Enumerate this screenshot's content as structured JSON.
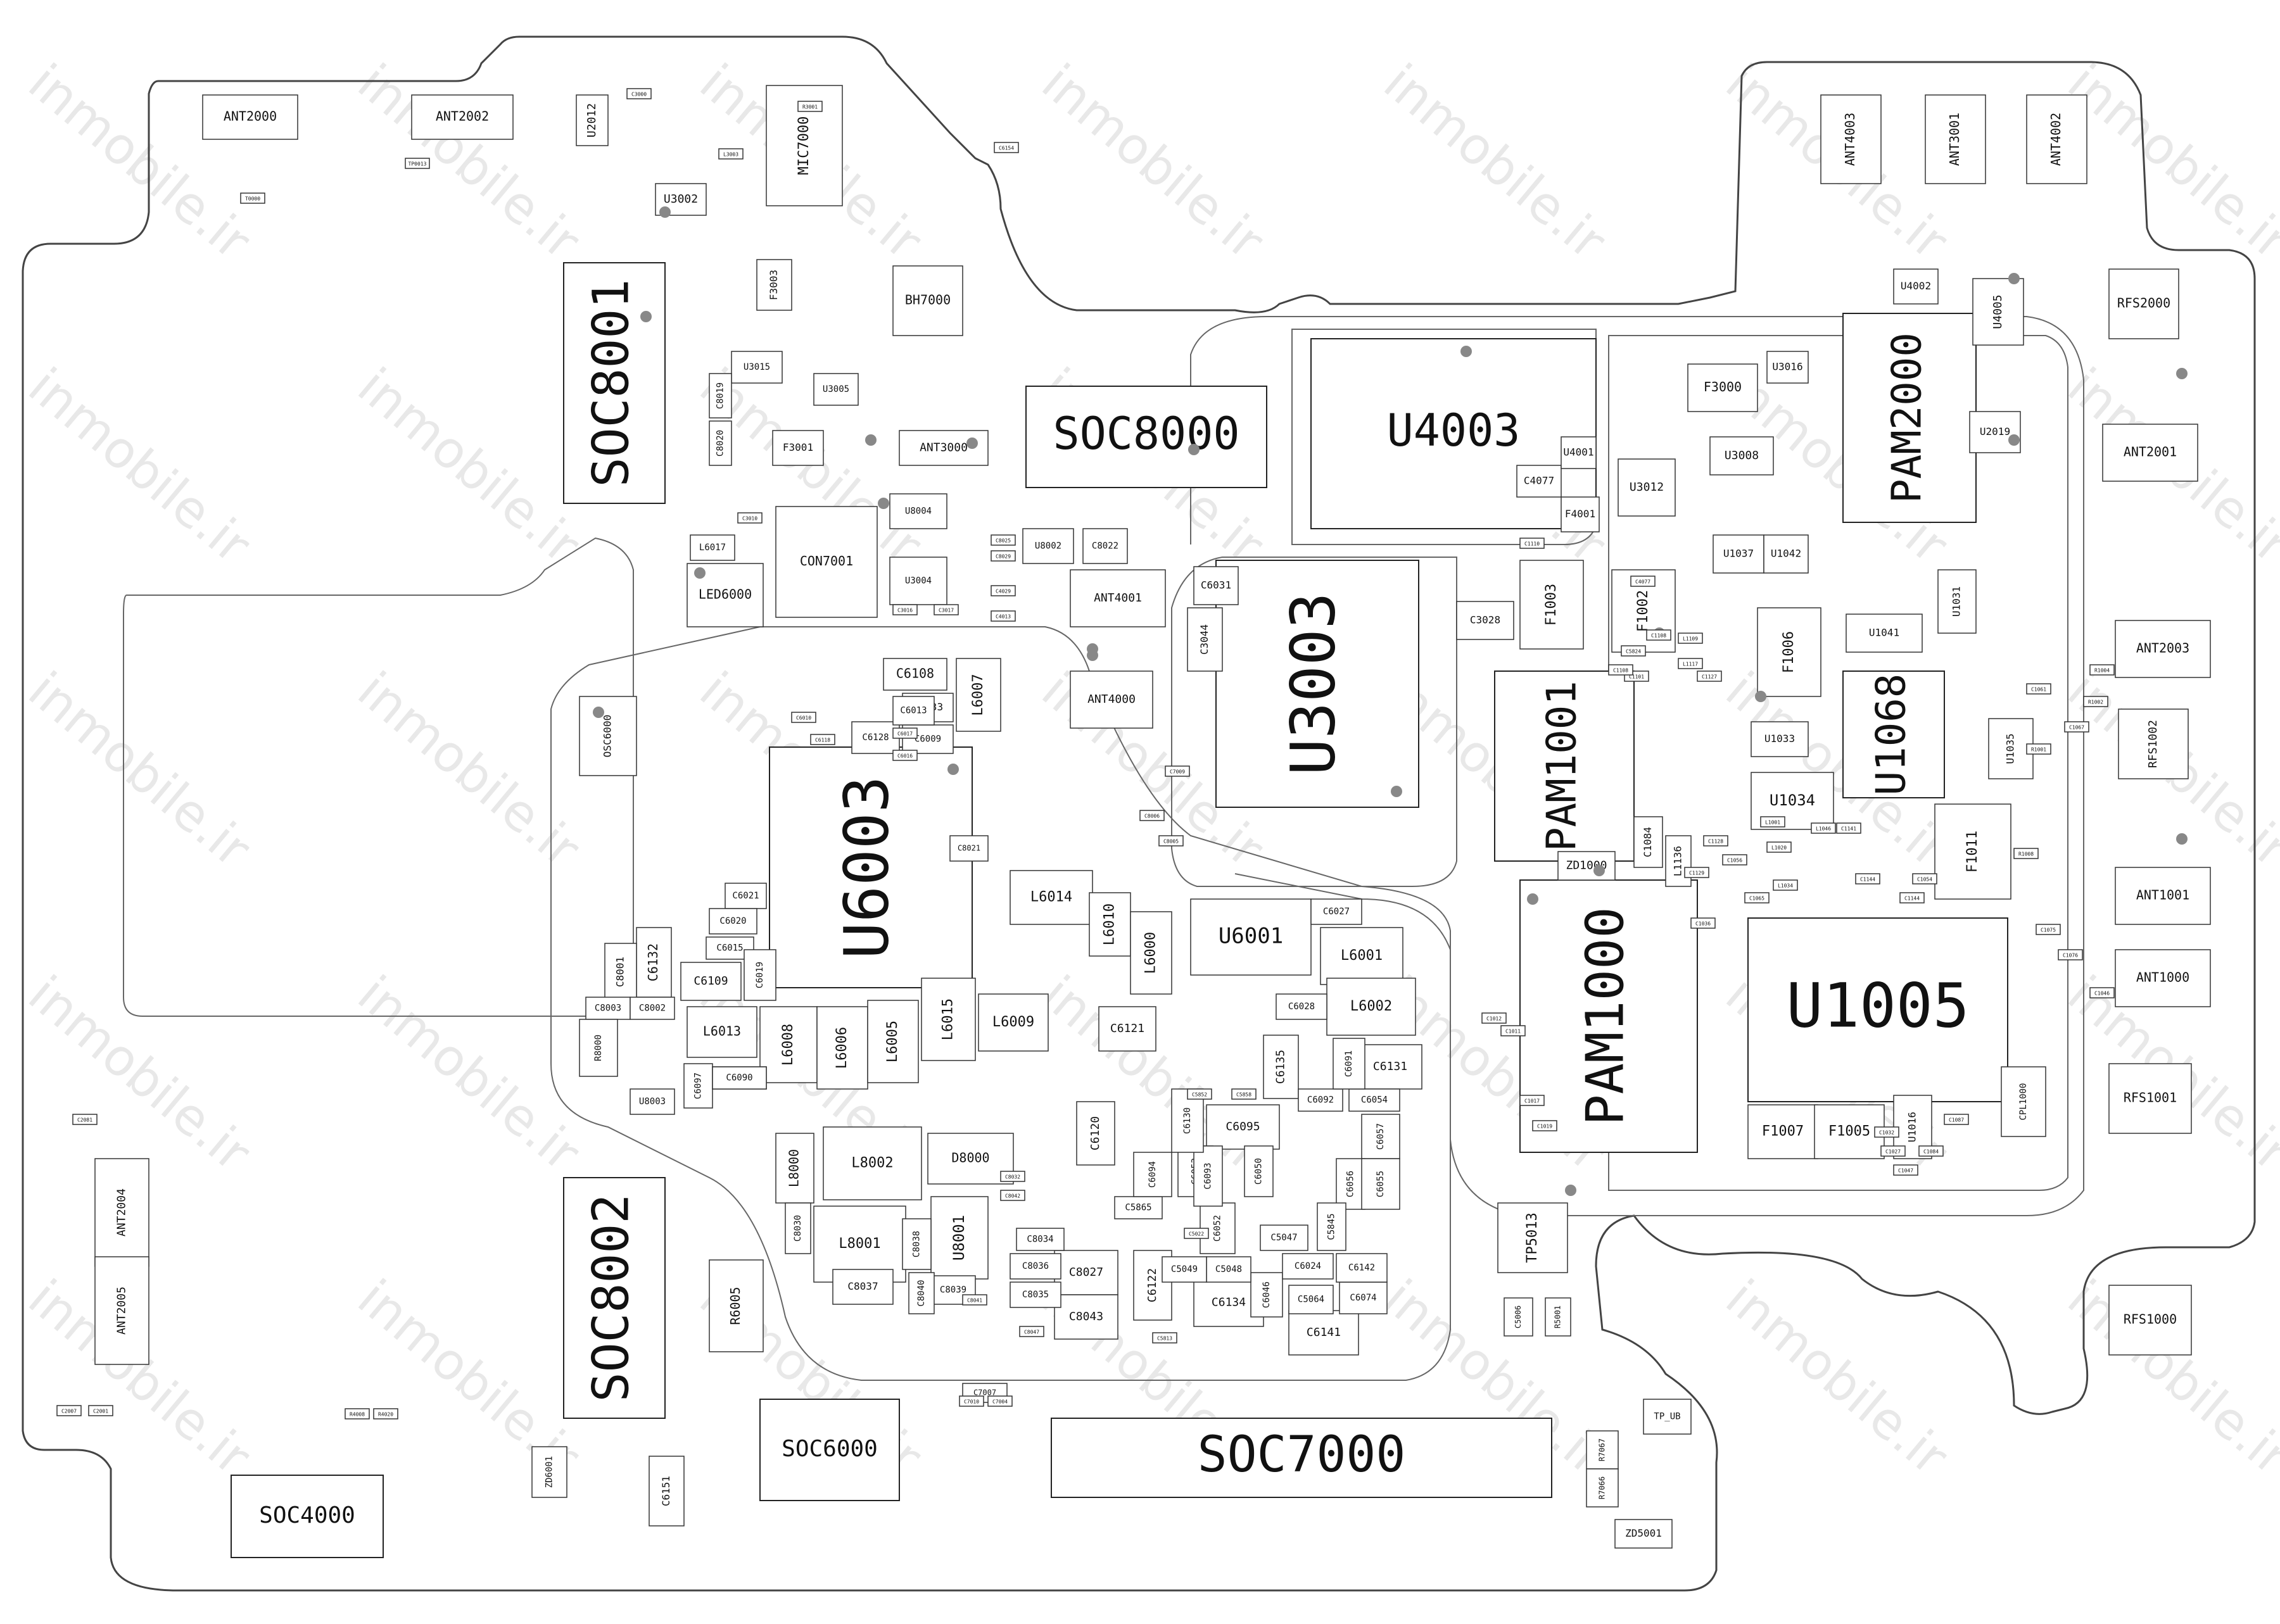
{
  "watermark": "inmobile.ir",
  "colors": {
    "outline": "#444444",
    "pad": "#888888",
    "dark_pad": "#555555",
    "background": "#ffffff"
  },
  "big_components": [
    "SOC8001",
    "SOC8000",
    "U4003",
    "U3003",
    "U6003",
    "PAM1001",
    "PAM1000",
    "U1005",
    "PAM2000",
    "U1068",
    "SOC8002",
    "SOC7000",
    "SOC6000",
    "SOC4000"
  ],
  "components": [
    "ANT2000",
    "ANT2002",
    "MIC7000",
    "U2012",
    "U3002",
    "BH7000",
    "F3003",
    "U3015",
    "U3005",
    "C8019",
    "C8020",
    "F3001",
    "ANT3000",
    "CON7001",
    "L6017",
    "LED6000",
    "U8004",
    "U3004",
    "U8002",
    "C8022",
    "ANT4001",
    "ANT4000",
    "C6108",
    "C6133",
    "L6007",
    "OSC6000",
    "C6128",
    "C6009",
    "C6013",
    "C6021",
    "C6020",
    "C6015",
    "C6132",
    "C8001",
    "C6109",
    "C6019",
    "L6013",
    "L6008",
    "L6006",
    "L6005",
    "L6015",
    "L6009",
    "L6014",
    "L6010",
    "L6000",
    "U6001",
    "C6027",
    "L6001",
    "L6002",
    "C6121",
    "C6131",
    "C6095",
    "C6120",
    "L8000",
    "L8002",
    "D8000",
    "L8001",
    "U8001",
    "C8037",
    "C8027",
    "C8043",
    "C6134",
    "C6141",
    "C6122",
    "R6005",
    "ANT2004",
    "ANT2005",
    "ZD6001",
    "C6151",
    "ANT4003",
    "ANT3001",
    "ANT4002",
    "U4002",
    "U4005",
    "RFS2000",
    "F3000",
    "U3016",
    "U3012",
    "U3008",
    "U2019",
    "ANT2001",
    "U1037",
    "U1042",
    "U1031",
    "U1041",
    "F1003",
    "F1002",
    "F1006",
    "ANT2003",
    "RFS1002",
    "U1033",
    "U1035",
    "U1034",
    "F1011",
    "ZD1000",
    "ANT1001",
    "ANT1000",
    "RFS1001",
    "F1007",
    "F1005",
    "U1016",
    "CPL1000",
    "TP5013",
    "ZD5001",
    "RFS1000",
    "C3028",
    "C3044",
    "C6031",
    "C4077",
    "F4001",
    "U4001",
    "C8003",
    "C8002",
    "R8000",
    "U8003",
    "C6097",
    "C6090",
    "C6135",
    "C6092",
    "C6054",
    "C6057",
    "C6056",
    "C6055",
    "C6052",
    "C6053",
    "C6050",
    "C5845",
    "C6046",
    "C6024",
    "C6074",
    "C6142",
    "C5064",
    "C5048",
    "C5049",
    "C5047",
    "C5865",
    "C6093",
    "C6094",
    "C6130",
    "C6091",
    "C6028",
    "C8034",
    "C8036",
    "C8035",
    "C8039",
    "C8040",
    "C8038",
    "C8030",
    "C6090",
    "C7007",
    "TP_UB",
    "R7067",
    "R7066",
    "C1084",
    "L1136",
    "C8021",
    "R5001",
    "C5006"
  ],
  "tags": [
    "T0000",
    "TP0013",
    "L3003",
    "R3001",
    "C3000",
    "C3010",
    "C6154",
    "C3016",
    "C3017",
    "C4029",
    "C4013",
    "C8025",
    "C8029",
    "C6017",
    "C6016",
    "C6118",
    "C6010",
    "C7009",
    "C8006",
    "C8005",
    "C8032",
    "C8042",
    "C8041",
    "C8047",
    "C7010",
    "C7004",
    "C2081",
    "C2007",
    "R4008",
    "R4020",
    "C2001",
    "C5852",
    "C5858",
    "C5022",
    "C5813",
    "C5824",
    "C1101",
    "C1108",
    "C1108",
    "C1110",
    "C4077",
    "L1109",
    "L1117",
    "C1127",
    "C1128",
    "C1129",
    "C1036",
    "C1056",
    "C1065",
    "L1001",
    "L1020",
    "L1034",
    "L1046",
    "C1141",
    "C1144",
    "C1144",
    "C1054",
    "C1061",
    "C1067",
    "R1001",
    "R1002",
    "R1004",
    "R1008",
    "C1075",
    "C1076",
    "C1046",
    "C1047",
    "C1027",
    "C1032",
    "C1084",
    "C1087",
    "C1019",
    "C1017",
    "C1011",
    "C1012"
  ]
}
